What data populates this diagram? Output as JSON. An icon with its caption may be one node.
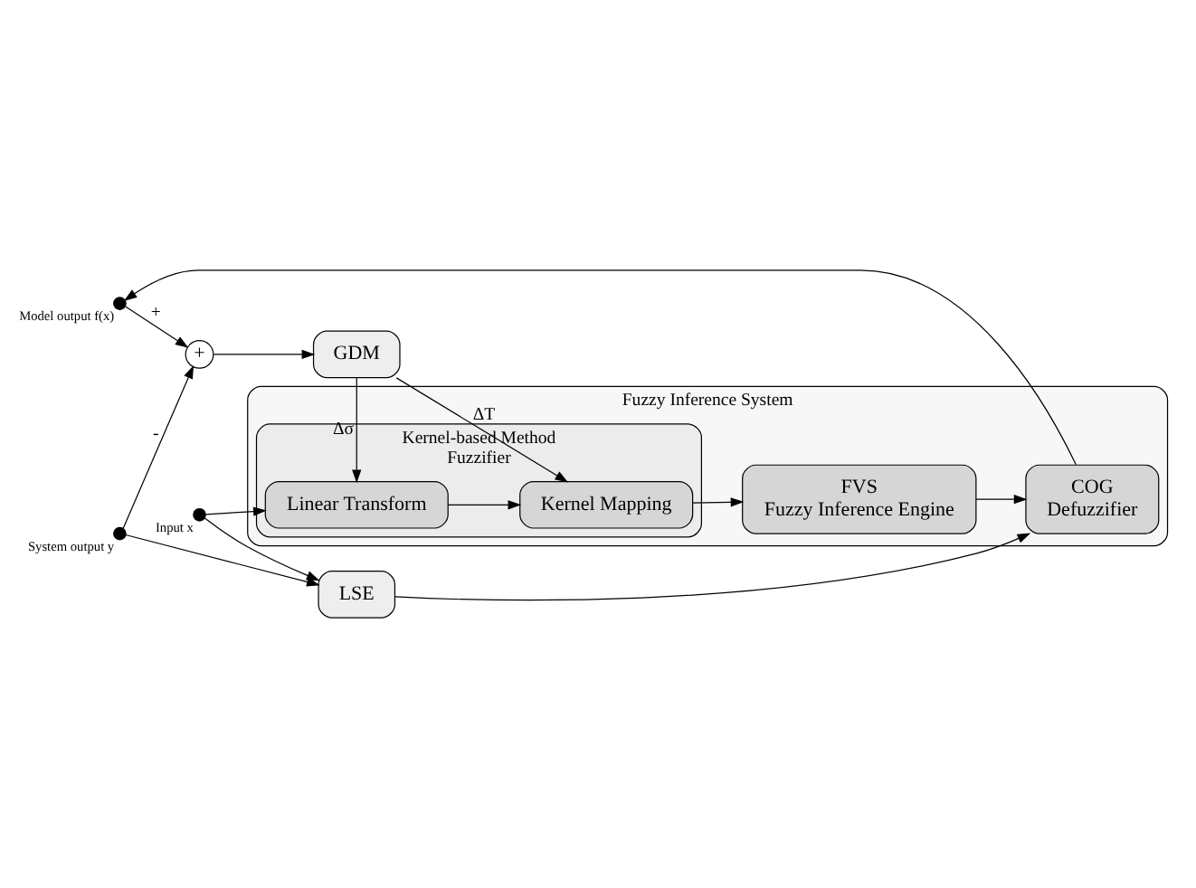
{
  "diagram": {
    "nodes": [
      {
        "text": [
          "Fuzzy Inference System"
        ]
      },
      {
        "text": [
          "Kernel-based Method",
          "Fuzzifier"
        ],
        "in": 0
      },
      {
        "text": [
          "Linear Transform"
        ],
        "in": 1
      },
      {
        "text": [
          "Kernel Mapping"
        ],
        "in": 1
      },
      {
        "text": [
          "FVS",
          "Fuzzy Inference Engine"
        ],
        "in": 0
      },
      {
        "text": [
          "COG",
          "Defuzzifier"
        ],
        "in": 0
      },
      {
        "text": [
          "LSE"
        ]
      },
      {
        "text": [
          "GDM"
        ]
      },
      {
        "text": [],
        "shape": "circle",
        "beside": [
          "Input x"
        ]
      },
      {
        "text": [],
        "shape": "circle",
        "beside": [
          "Model output f(x)"
        ]
      },
      {
        "text": [],
        "shape": "circle",
        "beside": [
          "System output y"
        ]
      },
      {
        "text": [
          "+"
        ]
      }
    ],
    "edges": [
      {
        "from": 8,
        "to": 2,
        "arrow": "to"
      },
      {
        "from": 8,
        "to": 6,
        "arrow": "to"
      },
      {
        "from": 2,
        "to": 3,
        "arrow": "to"
      },
      {
        "from": 3,
        "to": 4,
        "arrow": "to"
      },
      {
        "from": 4,
        "to": 5,
        "arrow": "to"
      },
      {
        "from": 5,
        "to": 9,
        "arrow": "to"
      },
      {
        "from": 6,
        "to": 5,
        "arrow": "to"
      },
      {
        "from": 10,
        "to": 6,
        "arrow": "to"
      },
      {
        "from": 9,
        "to": 11,
        "arrow": "to",
        "label": "+"
      },
      {
        "from": 10,
        "to": 11,
        "arrow": "to",
        "label": "-"
      },
      {
        "from": 11,
        "to": 7,
        "arrow": "to"
      },
      {
        "from": 7,
        "to": 2,
        "arrow": "to",
        "label": "Δσ"
      },
      {
        "from": 7,
        "to": 3,
        "arrow": "to",
        "label": "ΔT"
      }
    ]
  }
}
